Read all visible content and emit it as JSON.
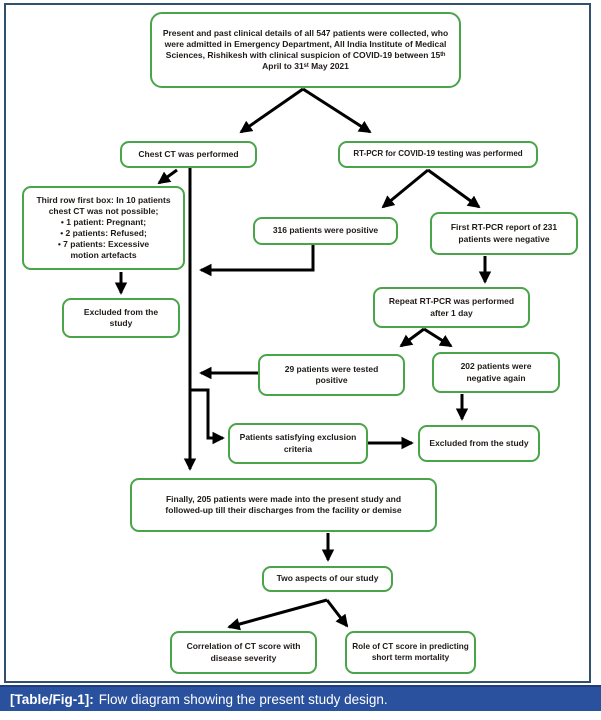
{
  "colors": {
    "box_border_green": "#4aa44a",
    "caption_bar_blue": "#2a519e",
    "frame_border_blue": "#30506b",
    "arrow_black": "#000000",
    "text_black": "#1f1a17"
  },
  "flowchart": {
    "nodes": {
      "collection": {
        "text": "Present and past clinical details of all 547 patients were collected, who were admitted in Emergency Department,  All India Institute of Medical Sciences, Rishikesh with clinical suspicion of COVID-19 between 15ᵗʰ April to 31ˢᵗ May 2021"
      },
      "chest_ct": {
        "text": "Chest CT was performed"
      },
      "rtpcr": {
        "text": "RT-PCR for COVID-19 testing was performed"
      },
      "ct_not_possible": {
        "heading": "Third row first box: In 10 patients chest CT was not possible;",
        "bullets": [
          "• 1 patient: Pregnant;",
          "• 2 patients: Refused;",
          "• 7 patients: Excessive motion artefacts"
        ]
      },
      "positive_316": {
        "text": "316 patients were positive"
      },
      "first_negative": {
        "text": "First RT-PCR report of 231 patients were negative"
      },
      "excluded_left": {
        "text": "Excluded from the study"
      },
      "repeat_rtpcr": {
        "text": "Repeat RT-PCR was performed after 1 day"
      },
      "tested_29": {
        "text": "29 patients were tested positive"
      },
      "negative_202": {
        "text": "202 patients were negative again"
      },
      "exclusion_criteria": {
        "text": "Patients satisfying exclusion criteria"
      },
      "excluded_right": {
        "text": "Excluded from the study"
      },
      "final_cohort": {
        "text": "Finally, 205 patients were made into the present study and followed-up till their discharges from the facility or demise"
      },
      "two_aspects": {
        "text": "Two aspects of our study"
      },
      "correlation": {
        "text": "Correlation of CT score with disease severity"
      },
      "role": {
        "text": "Role of CT score in predicting short term mortality"
      }
    },
    "edges": [
      {
        "from": "collection",
        "to": "chest_ct"
      },
      {
        "from": "collection",
        "to": "rtpcr"
      },
      {
        "from": "chest_ct",
        "to": "ct_not_possible"
      },
      {
        "from": "chest_ct",
        "to": "final_cohort"
      },
      {
        "from": "ct_not_possible",
        "to": "excluded_left"
      },
      {
        "from": "rtpcr",
        "to": "positive_316"
      },
      {
        "from": "rtpcr",
        "to": "first_negative"
      },
      {
        "from": "positive_316",
        "to": "final_cohort"
      },
      {
        "from": "first_negative",
        "to": "repeat_rtpcr"
      },
      {
        "from": "repeat_rtpcr",
        "to": "tested_29"
      },
      {
        "from": "repeat_rtpcr",
        "to": "negative_202"
      },
      {
        "from": "tested_29",
        "to": "final_cohort"
      },
      {
        "from": "chest_ct",
        "to": "exclusion_criteria"
      },
      {
        "from": "negative_202",
        "to": "excluded_right"
      },
      {
        "from": "exclusion_criteria",
        "to": "excluded_right"
      },
      {
        "from": "final_cohort",
        "to": "two_aspects"
      },
      {
        "from": "two_aspects",
        "to": "correlation"
      },
      {
        "from": "two_aspects",
        "to": "role"
      }
    ]
  },
  "caption": {
    "label": "[Table/Fig-1]:",
    "text": "Flow diagram showing the present study design."
  }
}
